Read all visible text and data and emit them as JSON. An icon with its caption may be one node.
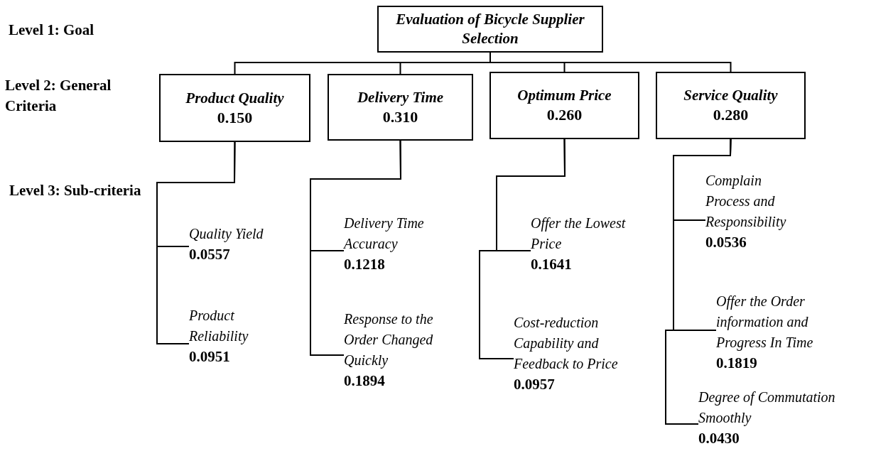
{
  "diagram": {
    "nodes": [
      {
        "text": [
          "Evaluation of Bicycle Supplier Selection"
        ]
      },
      {
        "text": [
          "Product Quality",
          "0.150"
        ]
      },
      {
        "text": [
          "Delivery Time",
          "0.310"
        ]
      },
      {
        "text": [
          "Optimum Price",
          "0.260"
        ]
      },
      {
        "text": [
          "Service Quality",
          "0.280"
        ]
      },
      {
        "text": [
          "Quality Yield",
          "0.0557"
        ]
      },
      {
        "text": [
          "Product Reliability",
          "0.0951"
        ]
      },
      {
        "text": [
          "Delivery Time Accuracy",
          "0.1218"
        ]
      },
      {
        "text": [
          "Response to the Order Changed Quickly",
          "0.1894"
        ]
      },
      {
        "text": [
          "Offer the Lowest Price",
          "0.1641"
        ]
      },
      {
        "text": [
          "Cost-reduction Capability and Feedback to Price",
          "0.0957"
        ]
      },
      {
        "text": [
          "Complain Process and Responsibility",
          "0.0536"
        ]
      },
      {
        "text": [
          "Offer the Order information and Progress In Time",
          "0.1819"
        ]
      },
      {
        "text": [
          "Degree of Commutation Smoothly",
          "0.0430"
        ]
      }
    ],
    "edges": [
      {
        "from": 0,
        "to": 1,
        "arrow": "none"
      },
      {
        "from": 0,
        "to": 2,
        "arrow": "none"
      },
      {
        "from": 0,
        "to": 3,
        "arrow": "none"
      },
      {
        "from": 0,
        "to": 4,
        "arrow": "none"
      },
      {
        "from": 1,
        "to": 5,
        "arrow": "none"
      },
      {
        "from": 1,
        "to": 6,
        "arrow": "none"
      },
      {
        "from": 2,
        "to": 7,
        "arrow": "none"
      },
      {
        "from": 2,
        "to": 8,
        "arrow": "none"
      },
      {
        "from": 3,
        "to": 9,
        "arrow": "none"
      },
      {
        "from": 3,
        "to": 10,
        "arrow": "none"
      },
      {
        "from": 4,
        "to": 11,
        "arrow": "none"
      },
      {
        "from": 4,
        "to": 12,
        "arrow": "none"
      },
      {
        "from": 4,
        "to": 13,
        "arrow": "none"
      }
    ],
    "labels": [
      "Level 1: Goal",
      "Level 2: General Criteria",
      "Level 3: Sub-criteria"
    ]
  }
}
